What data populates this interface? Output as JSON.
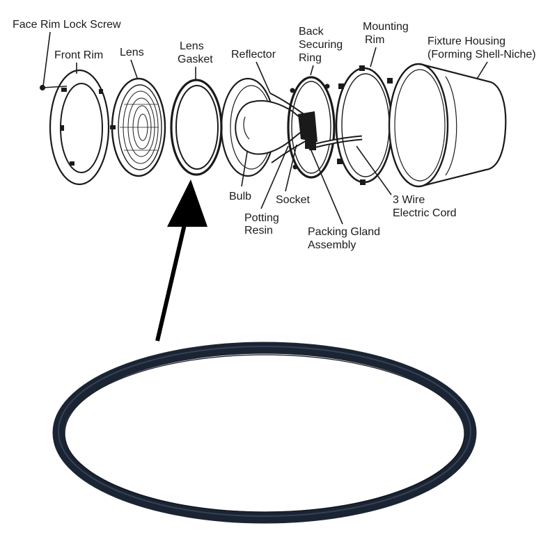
{
  "labels": {
    "face_rim_lock_screw": "Face Rim Lock Screw",
    "front_rim": "Front Rim",
    "lens": "Lens",
    "lens_gasket_1": "Lens",
    "lens_gasket_2": "Gasket",
    "reflector": "Reflector",
    "back_securing_ring_1": "Back",
    "back_securing_ring_2": "Securing",
    "back_securing_ring_3": "Ring",
    "mounting_rim_1": "Mounting",
    "mounting_rim_2": "Rim",
    "fixture_housing_1": "Fixture Housing",
    "fixture_housing_2": "(Forming Shell-Niche)",
    "bulb": "Bulb",
    "socket": "Socket",
    "potting_resin_1": "Potting",
    "potting_resin_2": "Resin",
    "packing_gland_1": "Packing Gland",
    "packing_gland_2": "Assembly",
    "electric_cord_1": "3 Wire",
    "electric_cord_2": "Electric Cord"
  },
  "colors": {
    "line": "#1a1a1a",
    "gasket": "#1b2433",
    "gasket_highlight": "#4a5a72",
    "background": "#ffffff"
  }
}
